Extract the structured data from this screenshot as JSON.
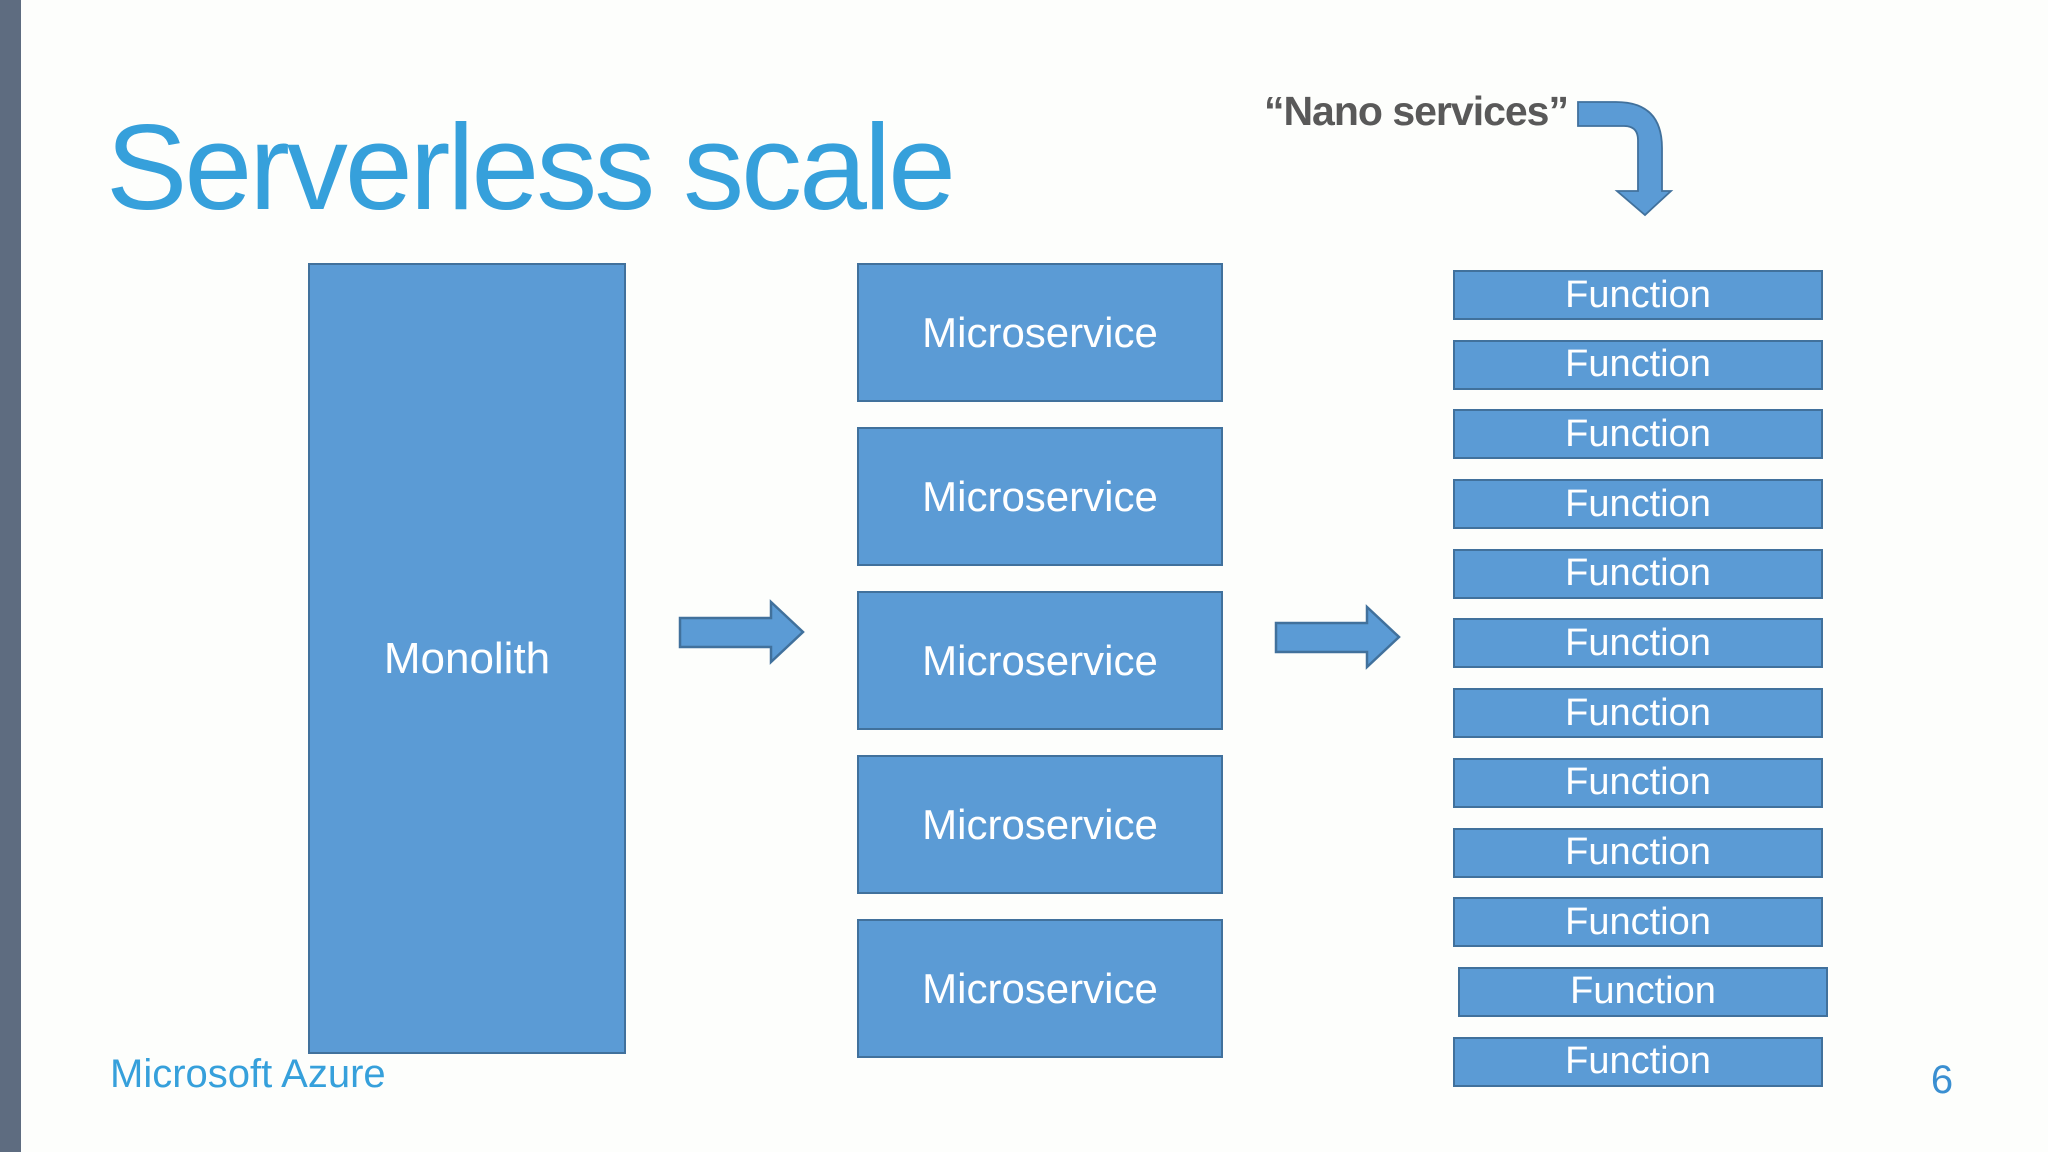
{
  "slide": {
    "title": "Serverless scale",
    "footer": "Microsoft Azure",
    "page_number": "6"
  },
  "annotation": {
    "nano_label": "“Nano services”"
  },
  "diagram": {
    "monolith_label": "Monolith",
    "microservices": [
      "Microservice",
      "Microservice",
      "Microservice",
      "Microservice",
      "Microservice"
    ],
    "functions": [
      "Function",
      "Function",
      "Function",
      "Function",
      "Function",
      "Function",
      "Function",
      "Function",
      "Function",
      "Function",
      "Function",
      "Function"
    ],
    "arrow_icons": [
      "right-arrow-icon",
      "right-arrow-icon",
      "bent-down-arrow-icon"
    ]
  },
  "theme": {
    "bg": "#fdfefc",
    "box-fill": "#5b9bd5",
    "box-border": "#41719c",
    "box-text": "#ffffff",
    "accent-blue": "#36a0db",
    "page-blue": "#3a8fd1",
    "nano-gray": "#595959",
    "edge-gray": "#5e6c80"
  }
}
